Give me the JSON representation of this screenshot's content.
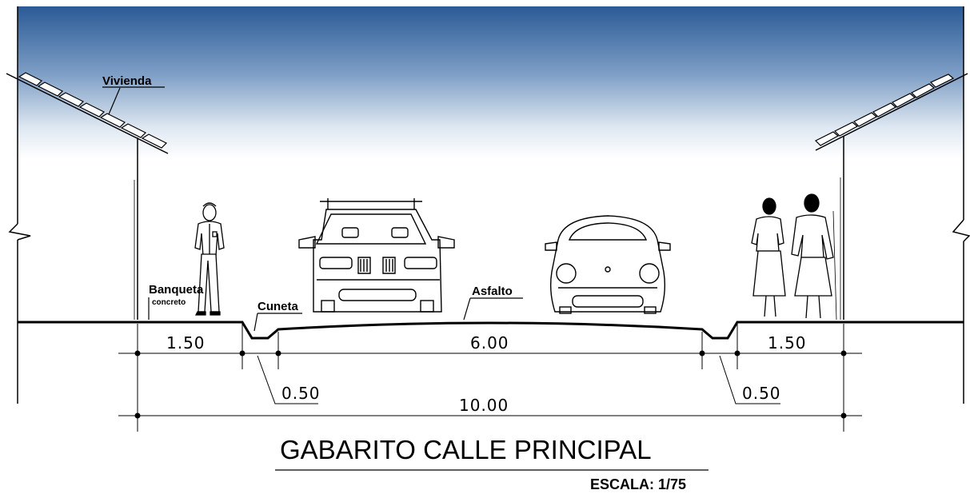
{
  "labels": {
    "vivienda": "Vivienda",
    "banqueta": "Banqueta",
    "concreto": "concreto",
    "cuneta": "Cuneta",
    "asfalto": "Asfalto"
  },
  "dimensions": {
    "sidewalk_left": "1.50",
    "roadway": "6.00",
    "sidewalk_right": "1.50",
    "gutter_left": "0.50",
    "gutter_right": "0.50",
    "total": "10.00"
  },
  "title": "GABARITO CALLE PRINCIPAL",
  "scale": "ESCALA: 1/75",
  "colors": {
    "sky_top": "#2e5f9a",
    "sky_mid": "#9fb9d6",
    "sky_bottom": "#ffffff",
    "ink": "#000000"
  },
  "figures": [
    "pedestrian-man-figure",
    "suv-front-figure",
    "compact-car-front-figure",
    "two-women-figure"
  ]
}
